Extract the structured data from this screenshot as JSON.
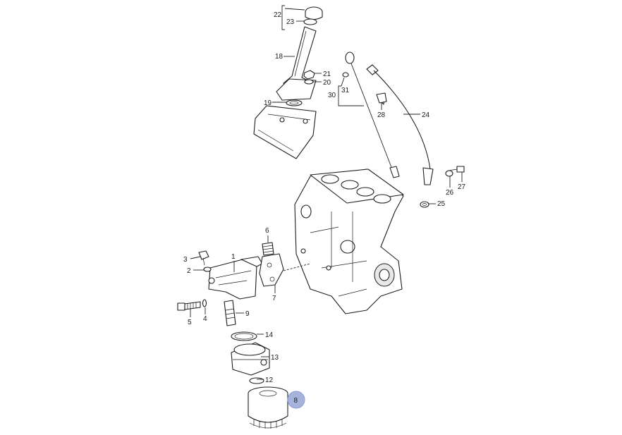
{
  "labels": {
    "l1": "1",
    "l2": "2",
    "l3": "3",
    "l4": "4",
    "l5": "5",
    "l6": "6",
    "l7": "7",
    "l8": "8",
    "l9": "9",
    "l12": "12",
    "l13": "13",
    "l14": "14",
    "l18": "18",
    "l19": "19",
    "l20": "20",
    "l21": "21",
    "l22": "22",
    "l23": "23",
    "l24": "24",
    "l25": "25",
    "l26": "26",
    "l27": "27",
    "l28": "28",
    "l30": "30",
    "l31": "31"
  },
  "highlight": {
    "part": "8",
    "color": "#a6b4dc"
  }
}
